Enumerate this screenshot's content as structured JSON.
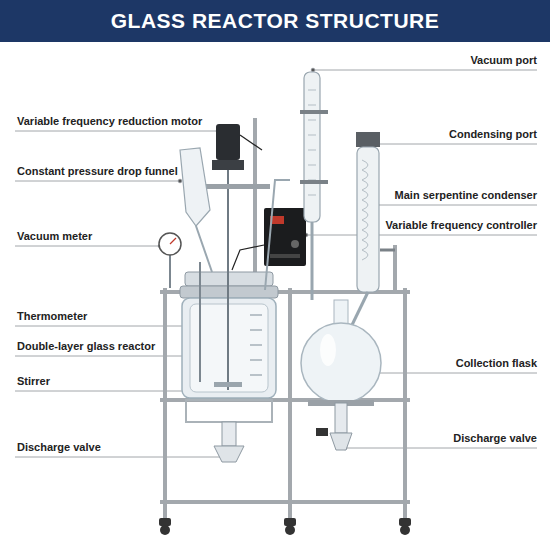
{
  "diagram": {
    "title": "GLASS REACTOR STRUCTURE",
    "labels": [
      "Vacuum port",
      "Variable frequency reduction motor",
      "Condensing port",
      "Constant pressure drop funnel",
      "Main serpentine condenser",
      "Variable frequency controller",
      "Vacuum meter",
      "Thermometer",
      "Double-layer glass reactor",
      "Collection flask",
      "Stirrer",
      "Discharge valve",
      "Discharge valve"
    ]
  }
}
